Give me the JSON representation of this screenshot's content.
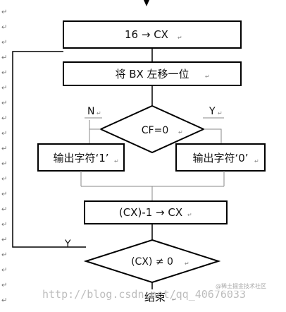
{
  "flowchart": {
    "step1": "16 → CX",
    "step2": "将 BX 左移一位",
    "decision1": "CF=0",
    "branch_no": "N",
    "branch_yes": "Y",
    "out_one": "输出字符‘1’",
    "out_zero": "输出字符‘0’",
    "step3": "(CX)-1 → CX",
    "decision2": "(CX) ≠ 0",
    "loop_yes": "Y",
    "end": "结束"
  },
  "paragraph_mark": "↵",
  "watermark": {
    "url": "http://blog.csdn.net/qq_40676033",
    "badge": "@稀土掘金技术社区"
  }
}
